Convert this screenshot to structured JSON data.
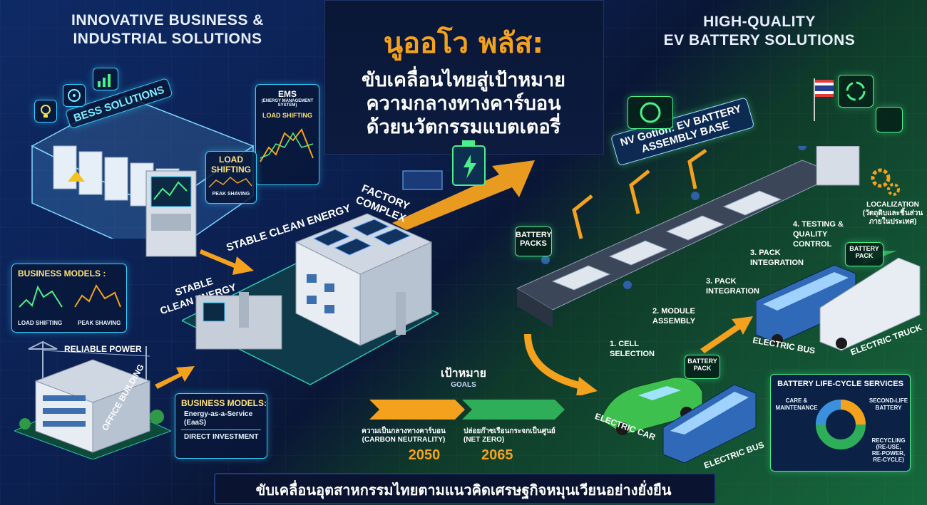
{
  "headings": {
    "left": [
      "INNOVATIVE BUSINESS &",
      "INDUSTRIAL SOLUTIONS"
    ],
    "right": [
      "HIGH-QUALITY",
      "EV BATTERY SOLUTIONS"
    ]
  },
  "title": {
    "main": "นูออโว พลัส:",
    "lines": [
      "ขับเคลื่อนไทยสู่เป้าหมาย",
      "ความกลางทางคาร์บอน",
      "ด้วยนวัตกรรมแบตเตอรี่"
    ]
  },
  "left_side": {
    "bess_label": "BESS SOLUTIONS",
    "ems_label": "EMS",
    "ems_sub": "(ENERGY MANAGEMENT SYSTEM)",
    "ems_panel": "LOAD SHIFTING",
    "screen_label_1": "LOAD",
    "screen_label_2": "SHIFTING",
    "screen_label_3": "PEAK SHAVING",
    "stable_clean_energy_1": "STABLE CLEAN ENERGY",
    "stable_clean_energy_2_line1": "STABLE",
    "stable_clean_energy_2_line2": "CLEAN ENERGY",
    "factory_label_1": "FACTORY",
    "factory_label_2": "COMPLEX",
    "business_models_title": "BUSINESS MODELS :",
    "chart_caption_1": "LOAD SHIFTING",
    "chart_caption_2": "PEAK SHAVING",
    "reliable_power": "RELIABLE POWER",
    "office_building": "OFFICE BUILDING",
    "business_models_2_title": "BUSINESS MODELS:",
    "business_models_2_item_1_line1": "Energy-as-a-Service",
    "business_models_2_item_1_line2": "(EaaS)",
    "business_models_2_item_2": "DIRECT INVESTMENT"
  },
  "goals": {
    "title": "เป้าหมาย",
    "subtitle": "GOALS",
    "item_1_thai": "ความเป็นกลางทางคาร์บอน",
    "item_1_en": "(CARBON NEUTRALITY)",
    "item_1_year": "2050",
    "item_2_thai": "ปล่อยก๊าซเรือนกระจกเป็นศูนย์",
    "item_2_en": "(NET ZERO)",
    "item_2_year": "2065"
  },
  "right_side": {
    "nv_label_1": "NV Gotion: EV BATTERY",
    "nv_label_2": "ASSEMBLY BASE",
    "battery_packs_1": "BATTERY",
    "battery_packs_2": "PACKS",
    "step_1_line1": "1. CELL",
    "step_1_line2": "SELECTION",
    "step_2_line1": "2. MODULE",
    "step_2_line2": "ASSEMBLY",
    "step_3a_line1": "3. PACK",
    "step_3a_line2": "INTEGRATION",
    "step_3b_line1": "3. PACK",
    "step_3b_line2": "INTEGRATION",
    "step_4_line1": "4. TESTING &",
    "step_4_line2": "QUALITY",
    "step_4_line3": "CONTROL",
    "localization_line1": "LOCALIZATION",
    "localization_line2": "(วัตถุดิบและชิ้นส่วน",
    "localization_line3": "ภายในประเทศ)",
    "battery_pack_tag_1": "BATTERY",
    "battery_pack_tag_2": "PACK",
    "battery_pack_tag_3": "BATTERY",
    "battery_pack_tag_4": "PACK",
    "electric_bus_1": "ELECTRIC BUS",
    "electric_truck": "ELECTRIC TRUCK",
    "electric_car": "ELECTRIC CAR",
    "electric_bus_2": "ELECTRIC BUS",
    "lifecycle_title": "BATTERY LIFE-CYCLE SERVICES",
    "lifecycle_care_line1": "CARE &",
    "lifecycle_care_line2": "MAINTENANCE",
    "lifecycle_second_line1": "SECOND-LIFE",
    "lifecycle_second_line2": "BATTERY",
    "lifecycle_recycle_line1": "RECYCLING",
    "lifecycle_recycle_line2": "(RE-USE,",
    "lifecycle_recycle_line3": "RE-POWER,",
    "lifecycle_recycle_line4": "RE-CYCLE)"
  },
  "footer": "ขับเคลื่อนอุตสาหกรรมไทยตามแนวคิดเศรษฐกิจหมุนเวียนอย่างยั่งยืน",
  "colors": {
    "accent_orange": "#f4a21e",
    "glow_cyan": "#3ad0ff",
    "glow_green": "#4cf08a",
    "blue_bg": "#0e2a66",
    "green_bg": "#16693c"
  }
}
